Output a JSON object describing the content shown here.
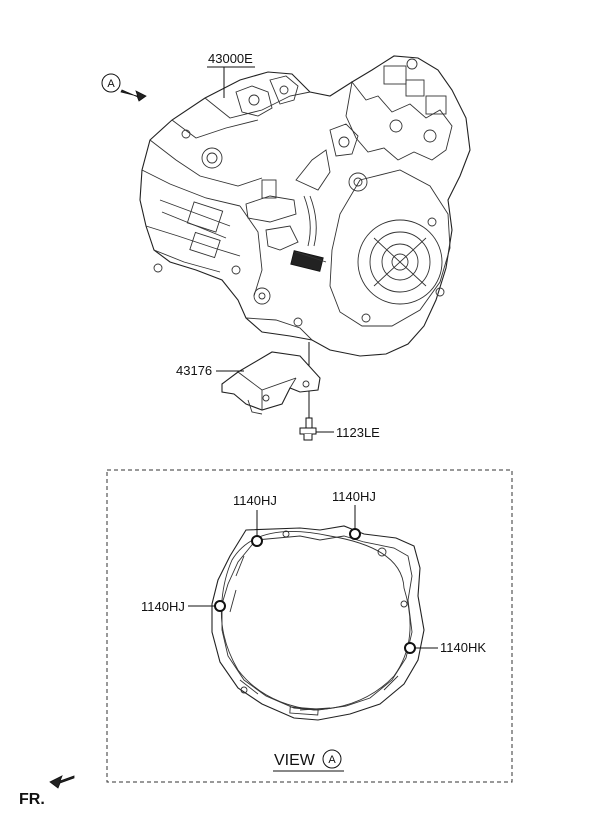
{
  "labels": {
    "transaxle": "43000E",
    "bracket": "43176",
    "bolt": "1123LE",
    "bolt_hj_top_left": "1140HJ",
    "bolt_hj_top_right": "1140HJ",
    "bolt_hj_left": "1140HJ",
    "bolt_hk_right": "1140HK"
  },
  "view_ref": {
    "letter": "A",
    "view_text": "VIEW"
  },
  "front_indicator": "FR."
}
